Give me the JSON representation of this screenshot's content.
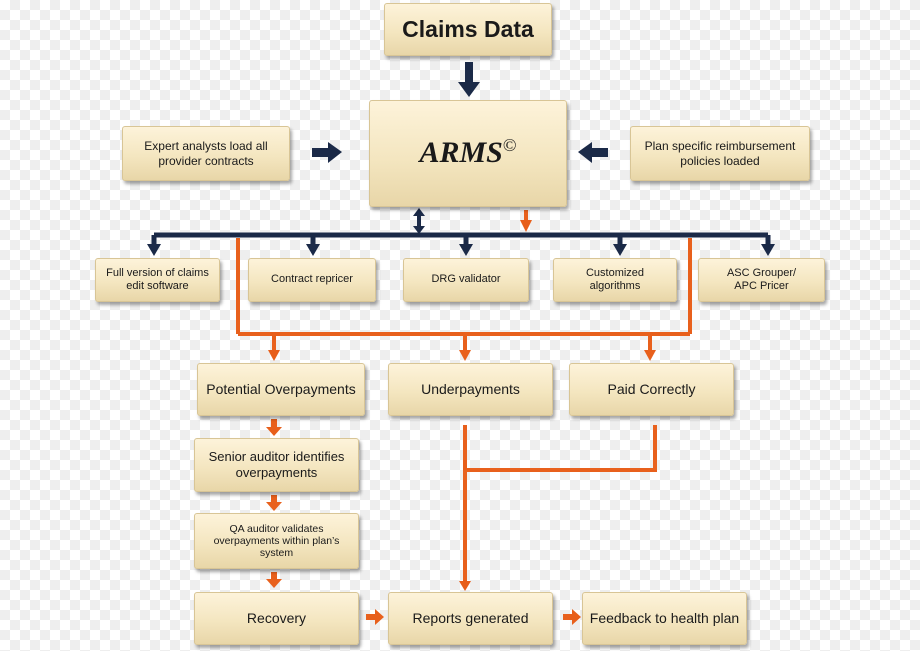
{
  "nodes": {
    "claims_data": "Claims Data",
    "arms": {
      "name": "ARMS",
      "mark": "©"
    },
    "expert_analysts": "Expert analysts load all\nprovider contracts",
    "plan_specific": "Plan specific reimbursement\npolicies loaded",
    "full_version": "Full version of claims\nedit software",
    "contract_repricer": "Contract repricer",
    "drg_validator": "DRG validator",
    "customized_algorithms": "Customized\nalgorithms",
    "asc_grouper": "ASC Grouper/\nAPC Pricer",
    "potential_overpayments": "Potential Overpayments",
    "underpayments": "Underpayments",
    "paid_correctly": "Paid Correctly",
    "senior_auditor": "Senior auditor identifies\noverpayments",
    "qa_auditor": "QA auditor validates\noverpayments within plan’s\nsystem",
    "recovery": "Recovery",
    "reports_generated": "Reports generated",
    "feedback": "Feedback to health plan"
  },
  "colors": {
    "navy": "#1b2a48",
    "orange": "#e8601c",
    "box_fill": "#f4e6c0"
  }
}
